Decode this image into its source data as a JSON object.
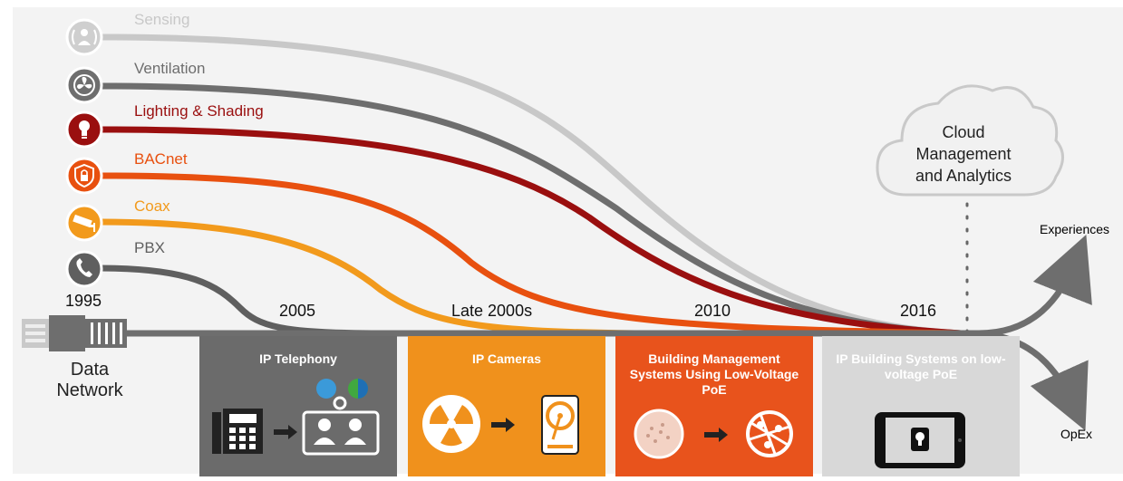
{
  "legacy_systems": [
    {
      "label": "Sensing",
      "icon": "sensor-icon",
      "color": "#c8c8c8"
    },
    {
      "label": "Ventilation",
      "icon": "fan-icon",
      "color": "#6e6e6e"
    },
    {
      "label": "Lighting & Shading",
      "icon": "light-bulb-icon",
      "color": "#9a0f0f"
    },
    {
      "label": "BACnet",
      "icon": "shield-lock-icon",
      "color": "#e8500f"
    },
    {
      "label": "Coax",
      "icon": "security-camera-icon",
      "color": "#f29a1c"
    },
    {
      "label": "PBX",
      "icon": "phone-icon",
      "color": "#5f5f5f"
    }
  ],
  "timeline": {
    "start_year": "1995",
    "milestones": [
      "2005",
      "Late 2000s",
      "2010",
      "2016"
    ]
  },
  "data_network": {
    "line1": "Data",
    "line2": "Network"
  },
  "panels": [
    {
      "title": "IP Telephony",
      "color": "#6b6b6b"
    },
    {
      "title": "IP Cameras",
      "color": "#f0911c"
    },
    {
      "title": "Building Management Systems Using Low-Voltage PoE",
      "color": "#e8531c"
    },
    {
      "title": "IP Building Systems on low-voltage PoE",
      "color": "#d8d8d8"
    }
  ],
  "cloud": {
    "line1": "Cloud",
    "line2": "Management",
    "line3": "and Analytics"
  },
  "outcomes": {
    "up": "Experiences",
    "down": "OpEx"
  },
  "colors": {
    "network_line": "#6e6e6e",
    "background": "#ffffff",
    "frame": "#f2f2f2"
  }
}
